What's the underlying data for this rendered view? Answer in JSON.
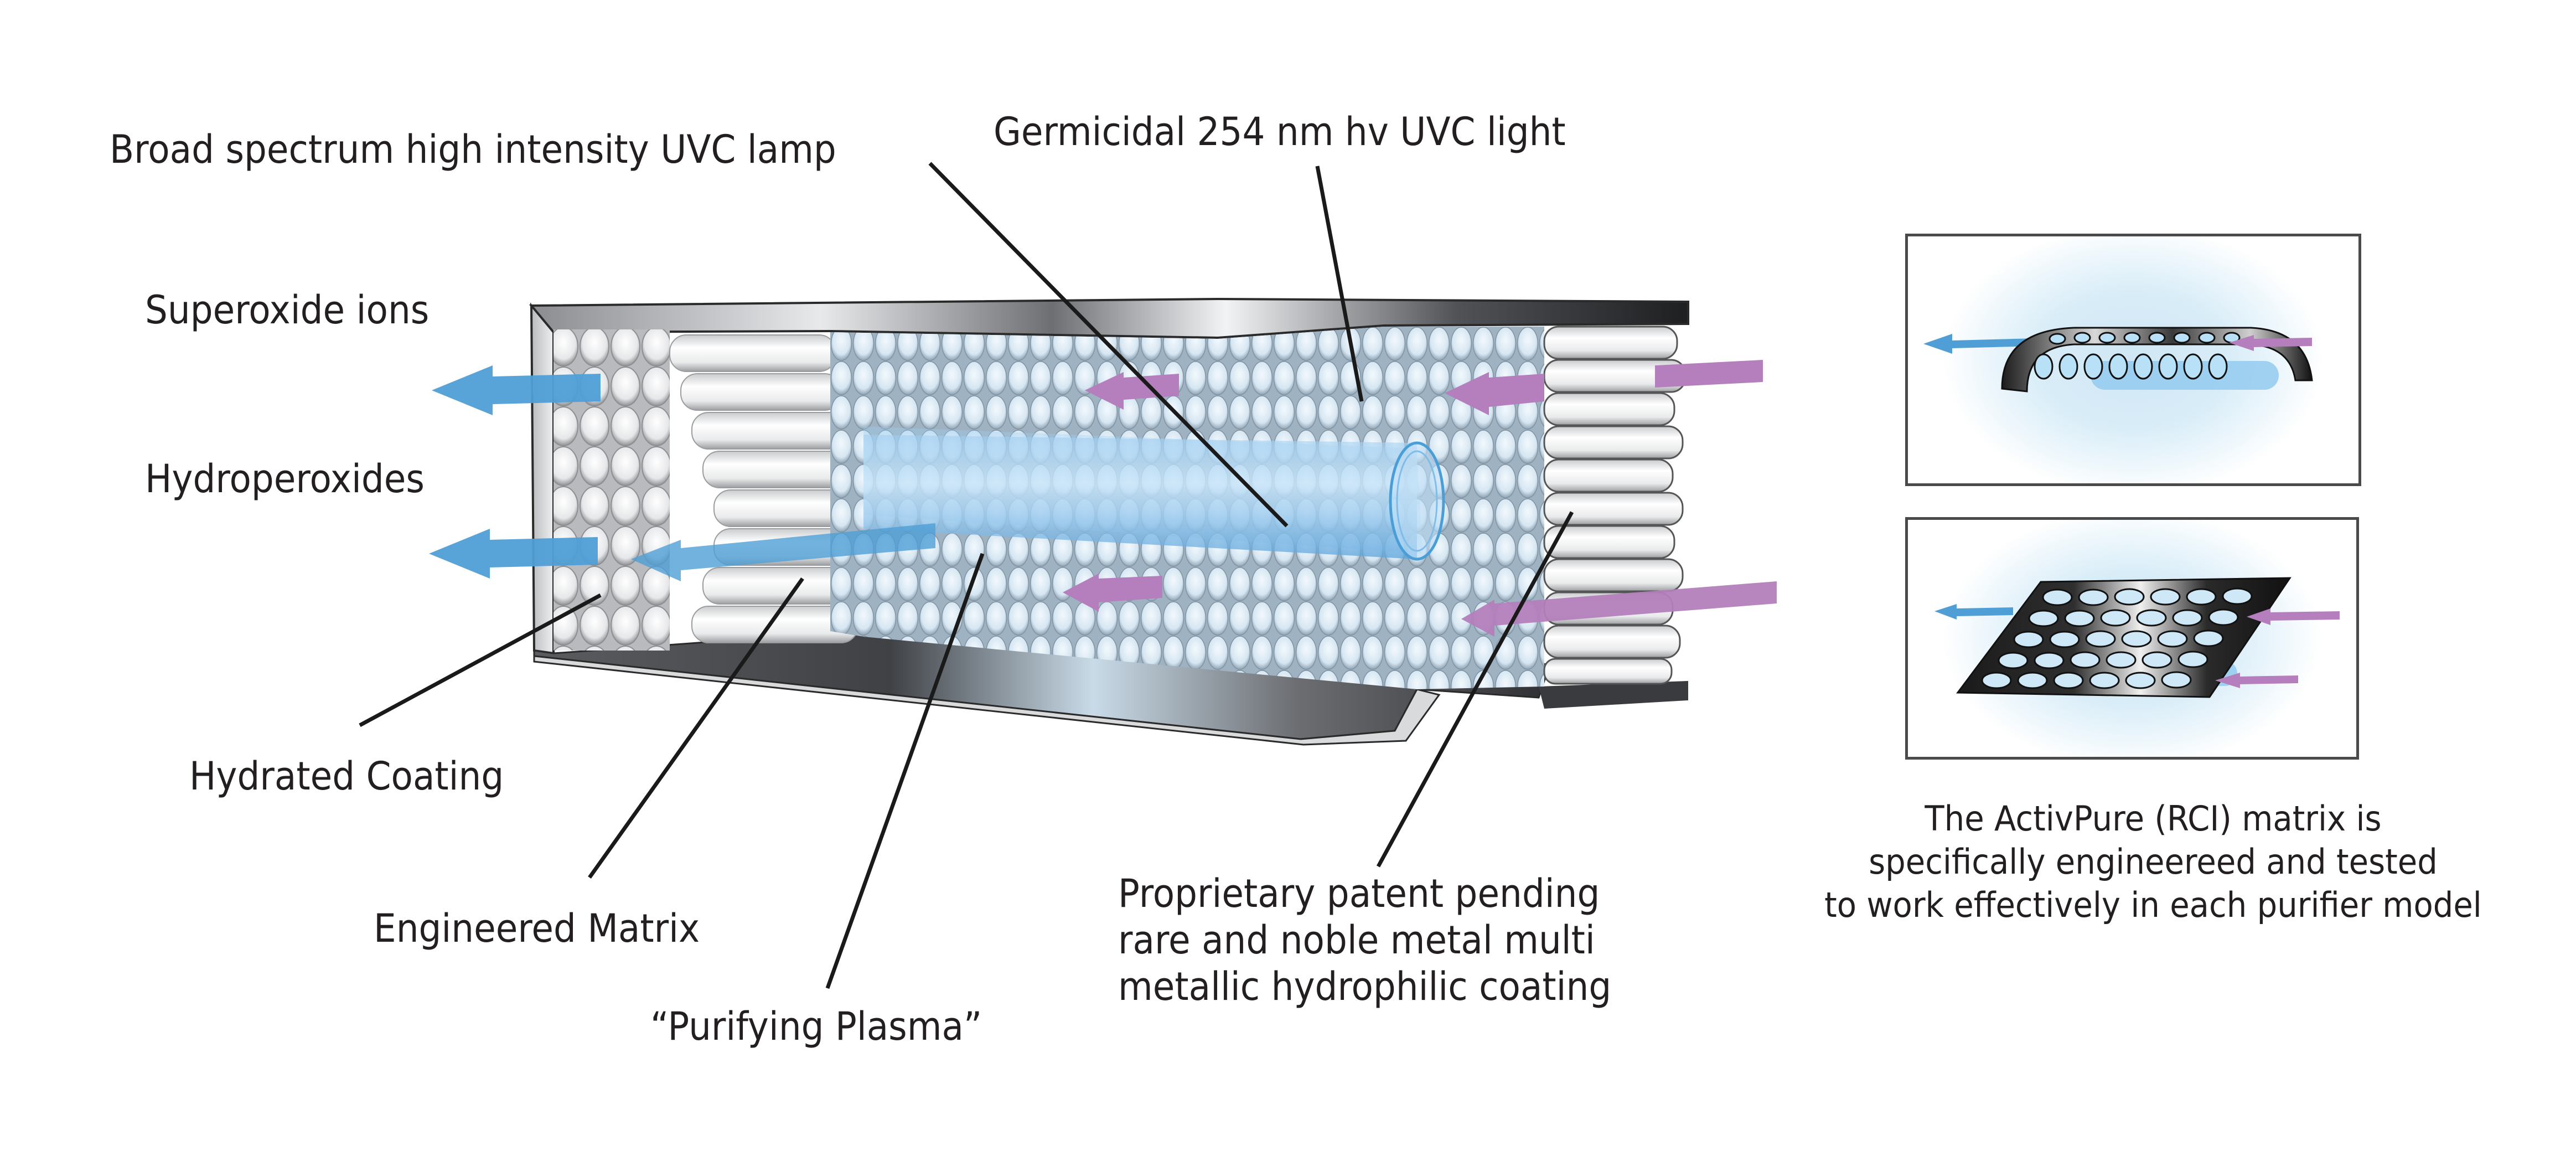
{
  "labels": {
    "uvc_lamp": "Broad spectrum high intensity UVC lamp",
    "germicidal": "Germicidal 254 nm hv UVC light",
    "superoxide": "Superoxide ions",
    "hydroperoxides": "Hydroperoxides",
    "hydrated_coating": "Hydrated Coating",
    "engineered_matrix": "Engineered Matrix",
    "purifying_plasma": "“Purifying Plasma”",
    "proprietary": [
      "Proprietary patent pending",
      "rare and noble metal multi",
      "metallic hydrophilic coating"
    ]
  },
  "caption": [
    "The ActivPure (RCI) matrix is",
    "specifically engineereed and tested",
    "to work effectively in each purifier model"
  ],
  "colors": {
    "outflow_arrow": "#4f9fd6",
    "inflow_arrow": "#b47fbc",
    "uv_glow": "#bfe0f5",
    "text": "#231f20",
    "leader_line": "#1a1a1a"
  },
  "panels": [
    {
      "name": "cylindrical-perforated-matrix",
      "shape": "half-cylinder"
    },
    {
      "name": "flat-perforated-matrix",
      "shape": "flat-plate"
    }
  ]
}
